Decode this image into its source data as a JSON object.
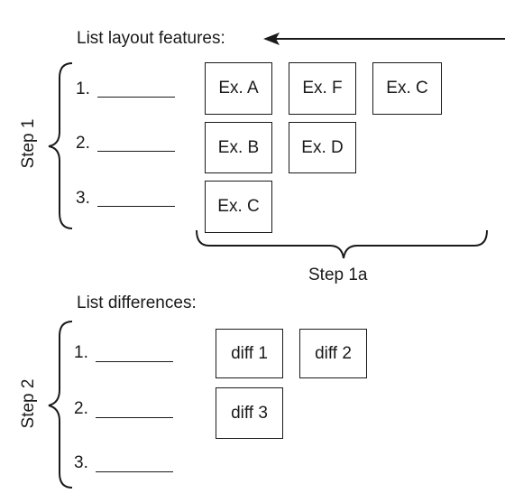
{
  "step1": {
    "heading": "List layout features:",
    "label": "Step 1",
    "items": [
      "1.",
      "2.",
      "3."
    ],
    "examples": {
      "row1": [
        "Ex. A",
        "Ex. F",
        "Ex. C"
      ],
      "row2": [
        "Ex. B",
        "Ex. D"
      ],
      "row3": [
        "Ex. C"
      ]
    },
    "group_label": "Step 1a"
  },
  "step2": {
    "heading": "List differences:",
    "label": "Step 2",
    "items": [
      "1.",
      "2.",
      "3."
    ],
    "diffs": {
      "row1": [
        "diff 1",
        "diff 2"
      ],
      "row2": [
        "diff 3"
      ]
    }
  }
}
